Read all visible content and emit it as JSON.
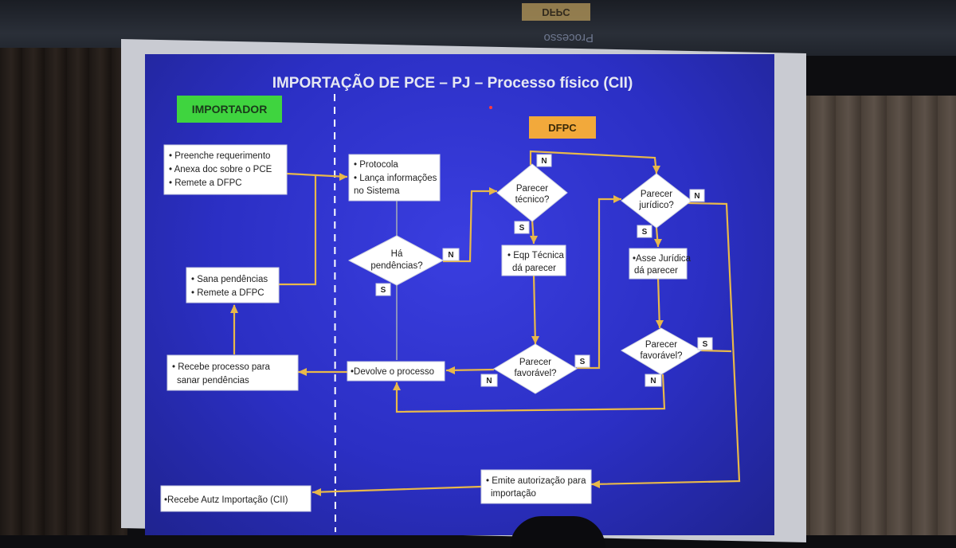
{
  "slide": {
    "title": "IMPORTAÇÃO DE PCE – PJ – Processo físico (CII)",
    "lane_left": "IMPORTADOR",
    "lane_right": "DFPC",
    "colors": {
      "background": "#2b2fc4",
      "lane_left_bg": "#3fd43f",
      "lane_right_bg": "#f2a93b",
      "connector": "#e8b84a"
    }
  },
  "room": {
    "ceiling_sign": "DFPC",
    "ceiling_sign_2": "Processo"
  },
  "nodes": {
    "preenche": [
      "• Preenche requerimento",
      "• Anexa doc sobre o PCE",
      "• Remete  a DFPC"
    ],
    "protocola": [
      "• Protocola",
      "• Lança informações",
      "  no Sistema"
    ],
    "ha_pendencias": [
      "Há",
      "pendências?"
    ],
    "parecer_tecnico": [
      "Parecer",
      "técnico?"
    ],
    "parecer_juridico": [
      "Parecer",
      "jurídico?"
    ],
    "eqp_tecnica": [
      "• Eqp Técnica",
      "dá parecer"
    ],
    "asse_juridica": [
      "•Asse Jurídica",
      "dá parecer"
    ],
    "sana": [
      "• Sana pendências",
      "• Remete a DFPC"
    ],
    "recebe_processo": [
      "• Recebe processo para",
      "sanar pendências"
    ],
    "devolve": [
      "•Devolve o processo"
    ],
    "parecer_favoravel_1": [
      "Parecer",
      "favorável?"
    ],
    "parecer_favoravel_2": [
      "Parecer",
      "favorável?"
    ],
    "emite": [
      "• Emite autorização para",
      "importação"
    ],
    "recebe_autz": [
      "•Recebe Autz Importação (CII)"
    ]
  },
  "labels": {
    "n": "N",
    "s": "S"
  }
}
